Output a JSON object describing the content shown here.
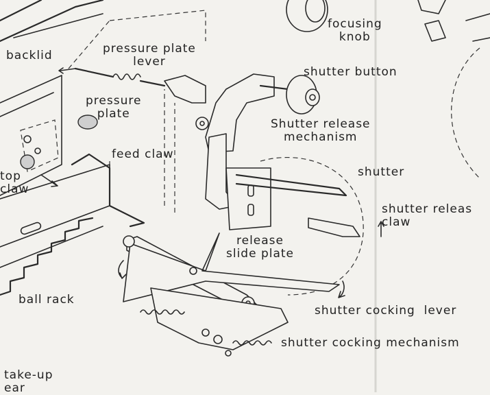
{
  "diagram": {
    "labels": {
      "backlid": "backlid",
      "pressure_plate_lever": "pressure plate\nlever",
      "focusing_knob": "focusing\nknob",
      "shutter_button": "shutter button",
      "pressure_plate": "pressure\nplate",
      "shutter_release_mechanism": "Shutter release\nmechanism",
      "feed_claw": "feed claw",
      "stop_claw": "top\nclaw",
      "shutter": "shutter",
      "shutter_release_claw": "shutter releas\nclaw",
      "release_slide_plate": "release\nslide plate",
      "ball_rack": "ball rack",
      "shutter_cocking_lever": "shutter cocking  lever",
      "shutter_cocking_mechanism": "shutter cocking mechanism",
      "take_up_gear": "take-up\near"
    }
  }
}
